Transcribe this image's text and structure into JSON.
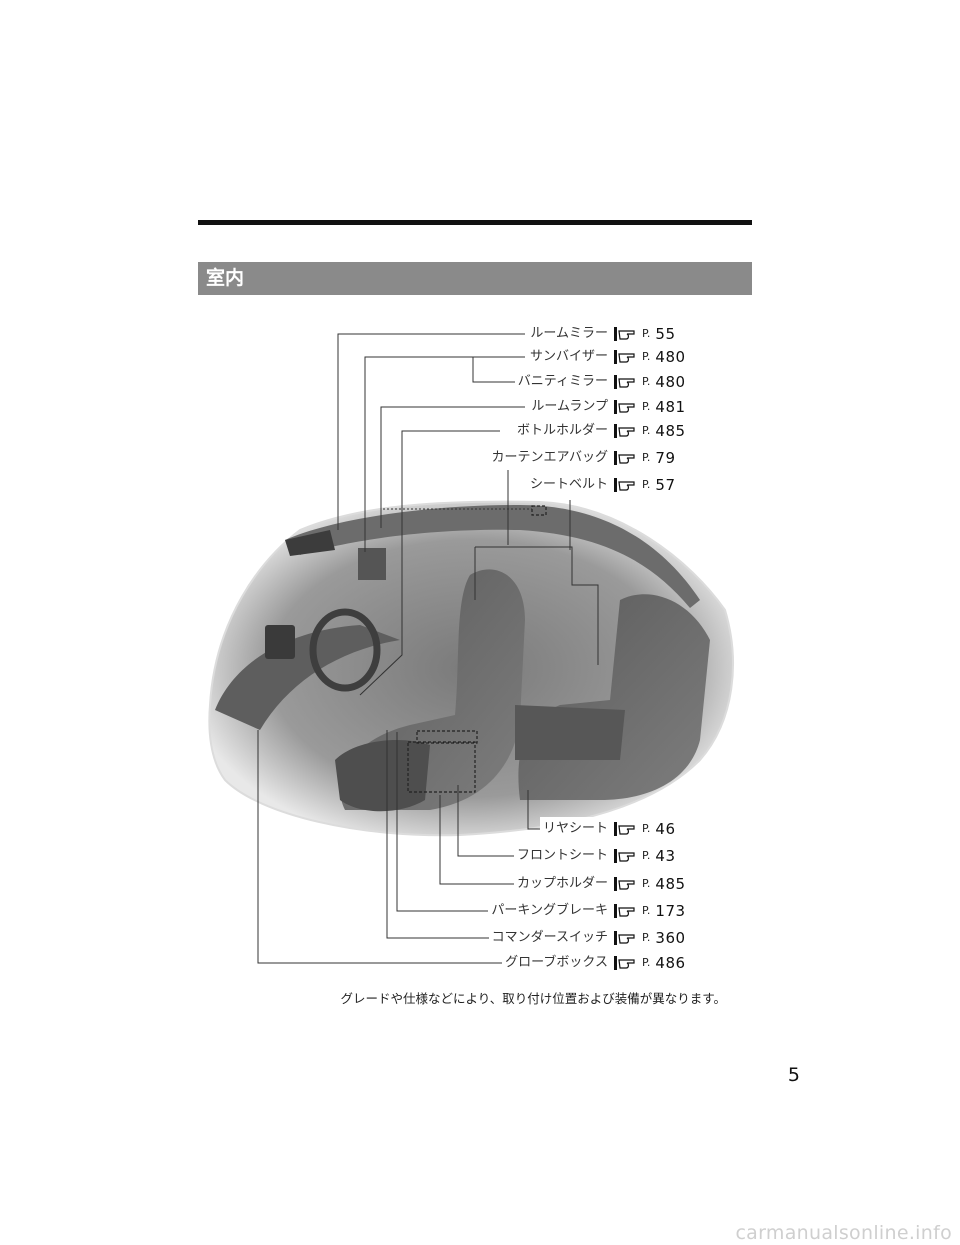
{
  "section": {
    "title": "室内"
  },
  "top_labels": [
    {
      "id": "room-mirror",
      "label": "ルームミラー",
      "page_prefix": "P.",
      "page": "55"
    },
    {
      "id": "sun-visor",
      "label": "サンバイザー",
      "page_prefix": "P.",
      "page": "480"
    },
    {
      "id": "vanity-mirror",
      "label": "バニティミラー",
      "page_prefix": "P.",
      "page": "480"
    },
    {
      "id": "room-lamp",
      "label": "ルームランプ",
      "page_prefix": "P.",
      "page": "481"
    },
    {
      "id": "bottle-holder",
      "label": "ボトルホルダー",
      "page_prefix": "P.",
      "page": "485"
    },
    {
      "id": "curtain-airbag",
      "label": "カーテンエアバッグ",
      "page_prefix": "P.",
      "page": "79"
    },
    {
      "id": "seat-belt",
      "label": "シートベルト",
      "page_prefix": "P.",
      "page": "57"
    }
  ],
  "bottom_labels": [
    {
      "id": "rear-seat",
      "label": "リヤシート",
      "page_prefix": "P.",
      "page": "46"
    },
    {
      "id": "front-seat",
      "label": "フロントシート",
      "page_prefix": "P.",
      "page": "43"
    },
    {
      "id": "cup-holder",
      "label": "カップホルダー",
      "page_prefix": "P.",
      "page": "485"
    },
    {
      "id": "parking-brake",
      "label": "パーキングブレーキ",
      "page_prefix": "P.",
      "page": "173"
    },
    {
      "id": "commander-switch",
      "label": "コマンダースイッチ",
      "page_prefix": "P.",
      "page": "360"
    },
    {
      "id": "glove-box",
      "label": "グローブボックス",
      "page_prefix": "P.",
      "page": "486"
    }
  ],
  "footnote": "グレードや仕様などにより、取り付け位置および装備が異なります。",
  "page_number": "5",
  "watermark": "carmanualsonline.info",
  "icons": {
    "reference": "pointing-hand-icon"
  },
  "colors": {
    "section_bar": "#8a8a8a",
    "rule": "#111111",
    "illustration": "#8c8c8c"
  }
}
